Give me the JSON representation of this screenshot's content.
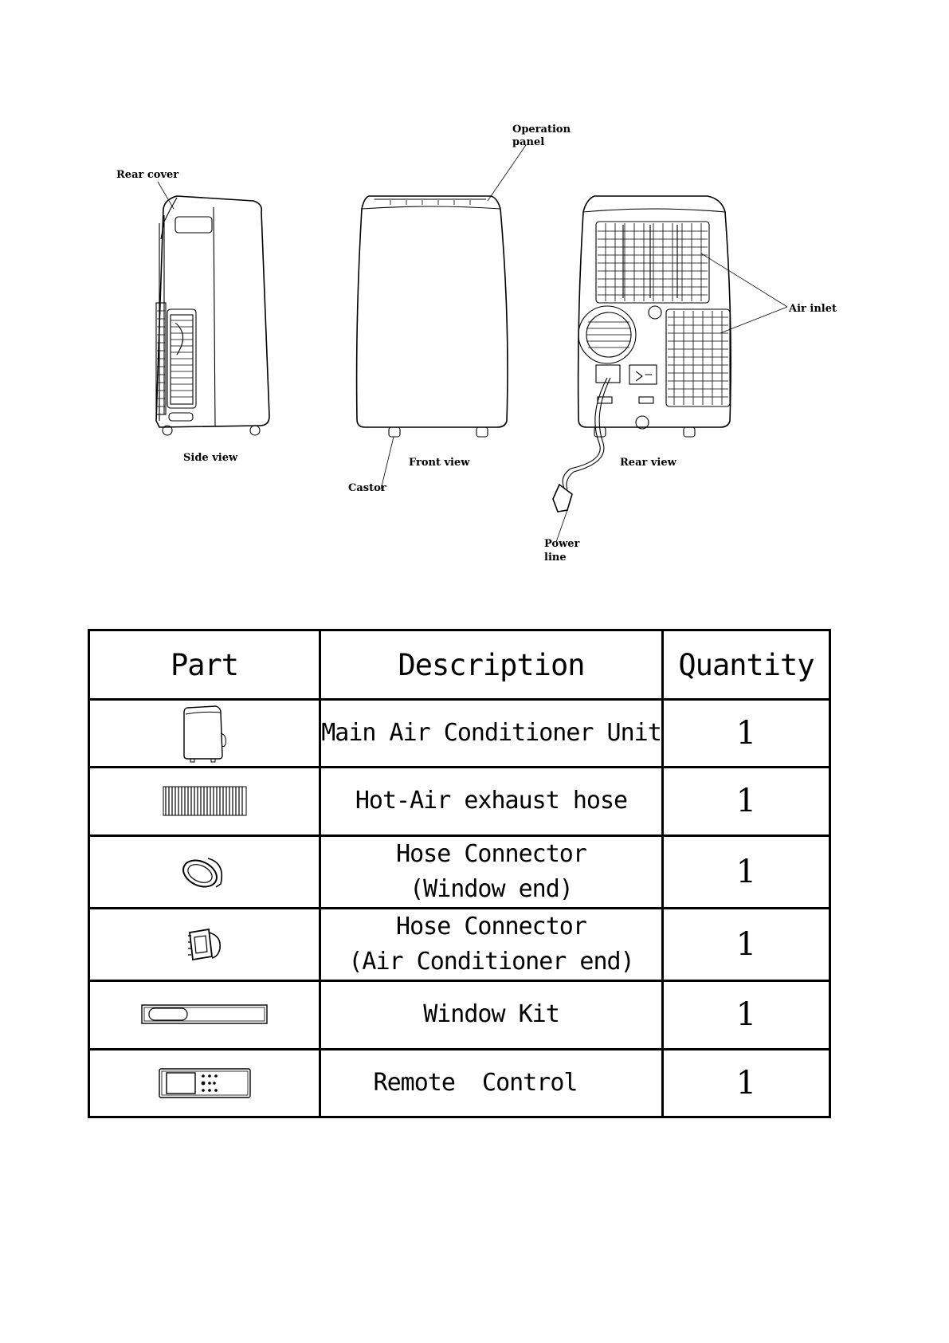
{
  "diagram": {
    "labels": {
      "operation_panel_1": "Operation",
      "operation_panel_2": "panel",
      "rear_cover": "Rear cover",
      "air_inlet": "Air inlet",
      "side_view": "Side view",
      "front_view": "Front view",
      "rear_view": "Rear view",
      "castor": "Castor",
      "power_line_1": "Power",
      "power_line_2": "line"
    }
  },
  "table": {
    "headers": {
      "part": "Part",
      "description": "Description",
      "quantity": "Quantity"
    },
    "rows": [
      {
        "icon": "air-conditioner-unit-icon",
        "desc1": "Main Air Conditioner Unit",
        "desc2": "",
        "qty": "1"
      },
      {
        "icon": "exhaust-hose-icon",
        "desc1": "Hot-Air exhaust hose",
        "desc2": "",
        "qty": "1"
      },
      {
        "icon": "window-hose-connector-icon",
        "desc1": "Hose Connector",
        "desc2": "(Window end)",
        "qty": "1"
      },
      {
        "icon": "unit-hose-connector-icon",
        "desc1": "Hose Connector",
        "desc2": "(Air Conditioner end)",
        "qty": "1"
      },
      {
        "icon": "window-kit-icon",
        "desc1": "Window Kit",
        "desc2": "",
        "qty": "1"
      },
      {
        "icon": "remote-control-icon",
        "desc1": "Remote  Control",
        "desc2": "",
        "qty": "1"
      }
    ]
  }
}
